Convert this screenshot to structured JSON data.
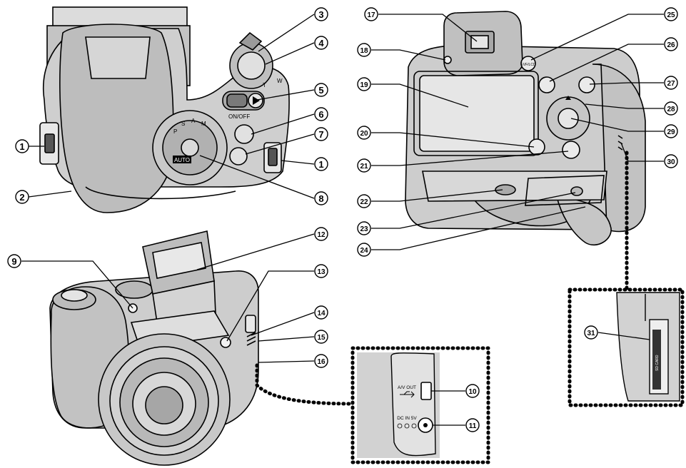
{
  "callouts": [
    "1",
    "2",
    "3",
    "4",
    "5",
    "6",
    "7",
    "8",
    "9",
    "10",
    "11",
    "12",
    "13",
    "14",
    "15",
    "16",
    "17",
    "18",
    "19",
    "20",
    "21",
    "22",
    "23",
    "24",
    "25",
    "26",
    "27",
    "28",
    "29",
    "30",
    "31"
  ],
  "body_labels": {
    "on_off": "ON/OFF",
    "zoom_t": "T",
    "zoom_w": "W",
    "mode_auto": "AUTO",
    "mode_p": "P",
    "mode_s": "S",
    "mode_a": "A",
    "mode_m": "M",
    "evf_lcd": "EVF/LCD",
    "av_out": "A/V OUT",
    "dc_in": "DC IN 5V",
    "card_text": "SD CARD"
  },
  "icons": [
    "usb-icon",
    "dc-polarity-icon",
    "playback-icon",
    "face-detection-icon",
    "camera-icon"
  ]
}
